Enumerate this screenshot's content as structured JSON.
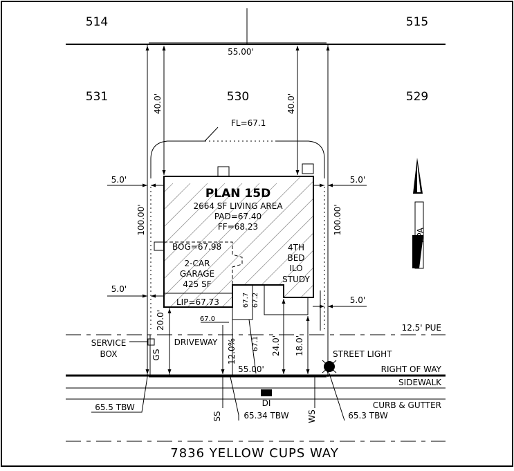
{
  "lots": {
    "top_left": "514",
    "top_right": "515",
    "left": "531",
    "center": "530",
    "right": "529"
  },
  "dimensions": {
    "rear_width": "55.00'",
    "front_width": "55.00'",
    "rear_setback_left": "40.0'",
    "rear_setback_right": "40.0'",
    "side_setback_left_top": "5.0'",
    "side_setback_right_top": "5.0'",
    "side_setback_left_bottom": "5.0'",
    "side_setback_right_bottom": "5.0'",
    "depth_left": "100.00'",
    "depth_right": "100.00'",
    "front_setback_left": "20.0'",
    "driveway_slope": "12.0%",
    "front_setback_center": "24.0'",
    "front_setback_right": "18.0'"
  },
  "grades": {
    "fl": "FL=67.1",
    "bog": "BOG=67.98",
    "lip": "LIP=67.73",
    "g1": "67.0",
    "g2": "67.7",
    "g3": "67.2",
    "g4": "67.1",
    "tbw_left": "65.5 TBW",
    "tbw_center": "65.34 TBW",
    "tbw_right": "65.3 TBW"
  },
  "house": {
    "plan": "PLAN 15D",
    "living_area": "2664 SF LIVING AREA",
    "pad": "PAD=67.40",
    "ff": "FF=68.23",
    "garage_line1": "2-CAR",
    "garage_line2": "GARAGE",
    "garage_line3": "425 SF",
    "bed_line1": "4TH",
    "bed_line2": "BED",
    "bed_line3": "ILO",
    "bed_line4": "STUDY"
  },
  "labels": {
    "pue": "12.5' PUE",
    "service_box_1": "SERVICE",
    "service_box_2": "BOX",
    "gs": "GS",
    "driveway": "DRIVEWAY",
    "street_light": "STREET LIGHT",
    "right_of_way": "RIGHT OF WAY",
    "sidewalk": "SIDEWALK",
    "di": "DI",
    "curb_gutter": "CURB & GUTTER",
    "ss": "SS",
    "ws": "WS",
    "street_name": "7836 YELLOW CUPS WAY",
    "north_mark": "PPA"
  }
}
